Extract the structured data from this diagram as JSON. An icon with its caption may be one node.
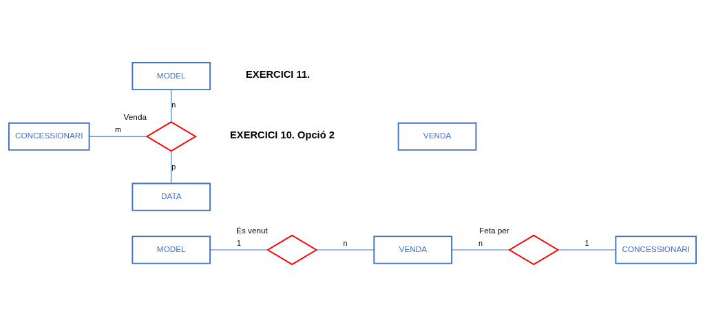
{
  "diagram": {
    "nodes": [
      {
        "text": [
          "MODEL"
        ]
      },
      {
        "text": [
          "CONCESSIONARI"
        ]
      },
      {
        "text": [],
        "shape": "diamond",
        "beside": [
          "Venda"
        ]
      },
      {
        "text": [
          "DATA"
        ]
      },
      {
        "text": [
          "VENDA"
        ]
      },
      {
        "text": [
          "MODEL"
        ]
      },
      {
        "text": [],
        "shape": "diamond",
        "beside": [
          "És venut"
        ]
      },
      {
        "text": [
          "VENDA"
        ]
      },
      {
        "text": [],
        "shape": "diamond",
        "beside": [
          "Feta per"
        ]
      },
      {
        "text": [
          "CONCESSIONARI"
        ]
      }
    ],
    "edges": [
      {
        "from": 0,
        "to": 2,
        "arrow": "none",
        "label": "n"
      },
      {
        "from": 1,
        "to": 2,
        "arrow": "none",
        "label": "m"
      },
      {
        "from": 2,
        "to": 3,
        "arrow": "none",
        "label": "p"
      },
      {
        "from": 5,
        "to": 6,
        "arrow": "none",
        "label": "1"
      },
      {
        "from": 6,
        "to": 7,
        "arrow": "none",
        "label": "n"
      },
      {
        "from": 7,
        "to": 8,
        "arrow": "none",
        "label": "n"
      },
      {
        "from": 8,
        "to": 9,
        "arrow": "none",
        "label": "1"
      }
    ],
    "labels": [
      "EXERCICI 11.",
      "EXERCICI 10. Opció 2"
    ]
  }
}
